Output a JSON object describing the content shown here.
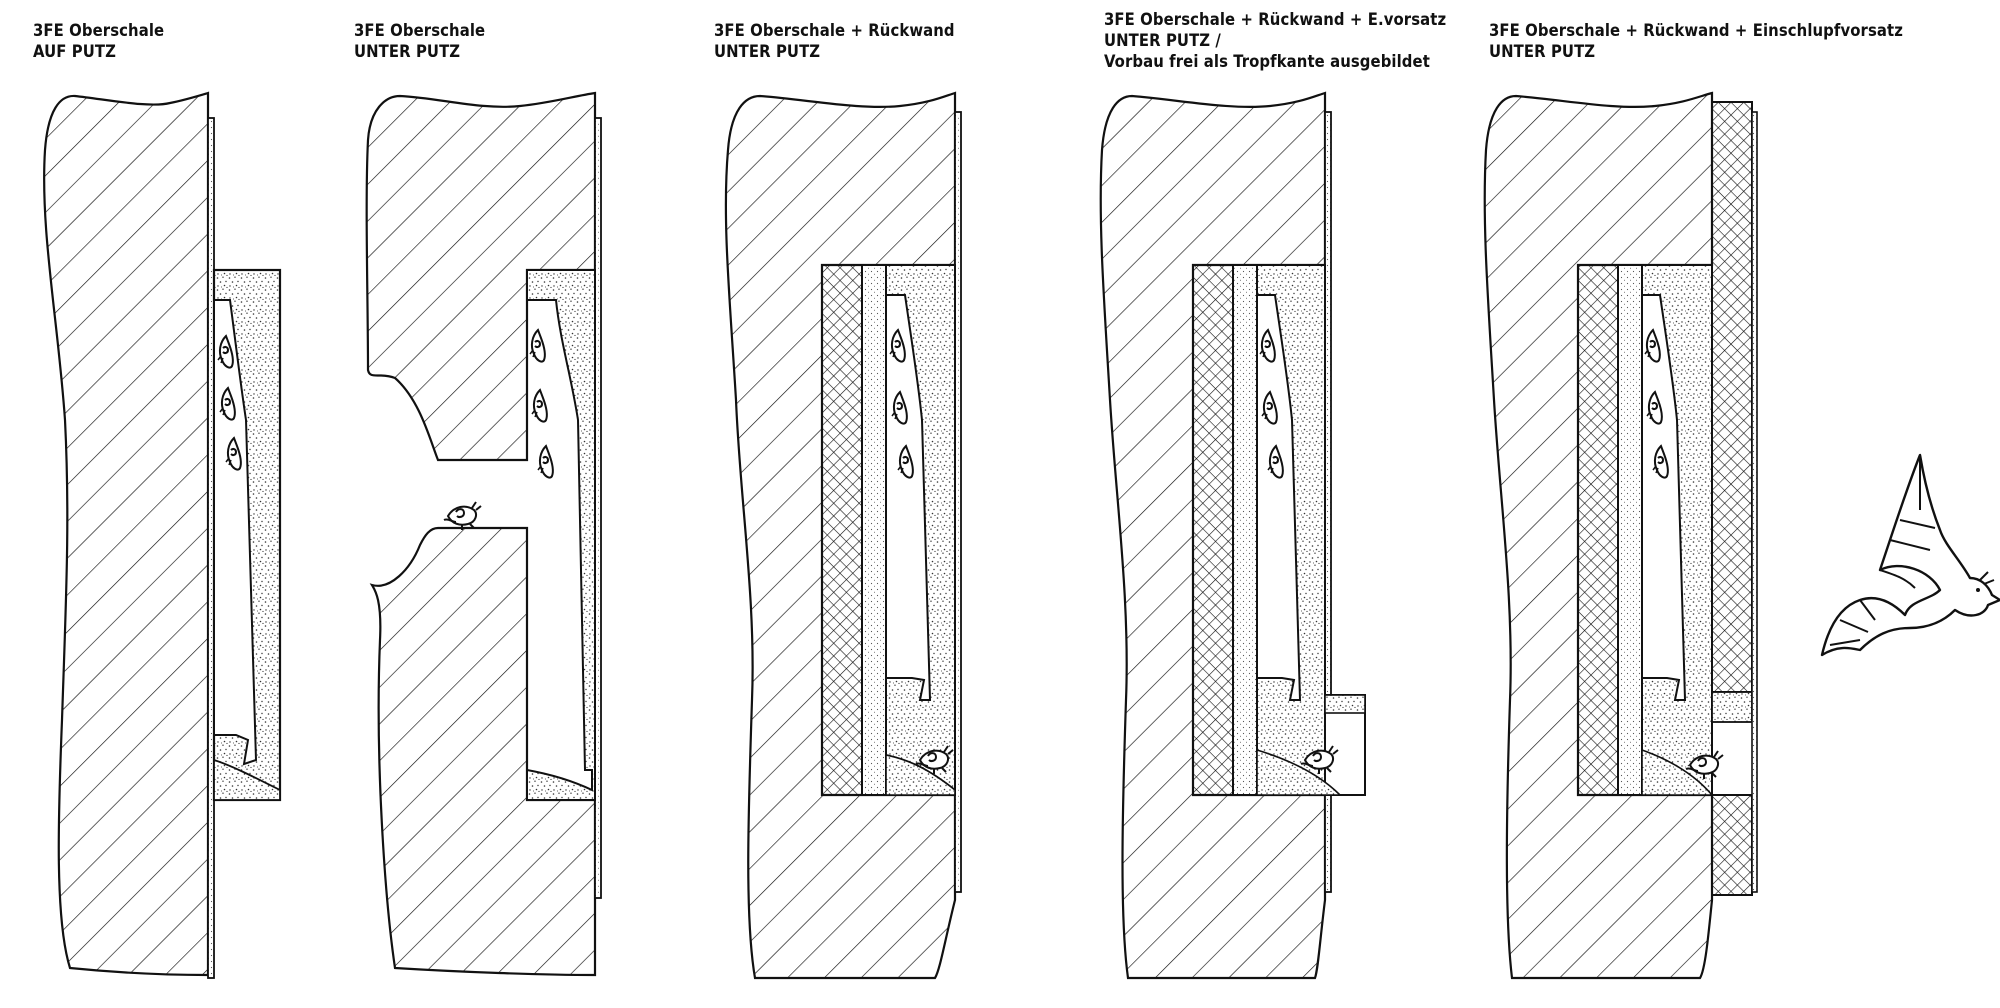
{
  "diagram": {
    "panels": [
      {
        "id": "p1",
        "caption_lines": [
          "3FE Oberschale",
          "AUF PUTZ"
        ]
      },
      {
        "id": "p2",
        "caption_lines": [
          "3FE Oberschale",
          "UNTER PUTZ"
        ]
      },
      {
        "id": "p3",
        "caption_lines": [
          "3FE Oberschale + Rückwand",
          "UNTER PUTZ"
        ]
      },
      {
        "id": "p4",
        "caption_lines": [
          "3FE Oberschale + Rückwand + E.vorsatz",
          "UNTER PUTZ /",
          "Vorbau frei als Tropfkante ausgebildet"
        ]
      },
      {
        "id": "p5",
        "caption_lines": [
          "3FE Oberschale + Rückwand + Einschlupfvorsatz",
          "UNTER PUTZ"
        ]
      }
    ]
  },
  "colors": {
    "line": "#111111",
    "background": "#ffffff",
    "stipple": "#444444"
  },
  "icons": [
    "wall-hatch",
    "bat-roosting-icon",
    "bat-flying-icon"
  ]
}
